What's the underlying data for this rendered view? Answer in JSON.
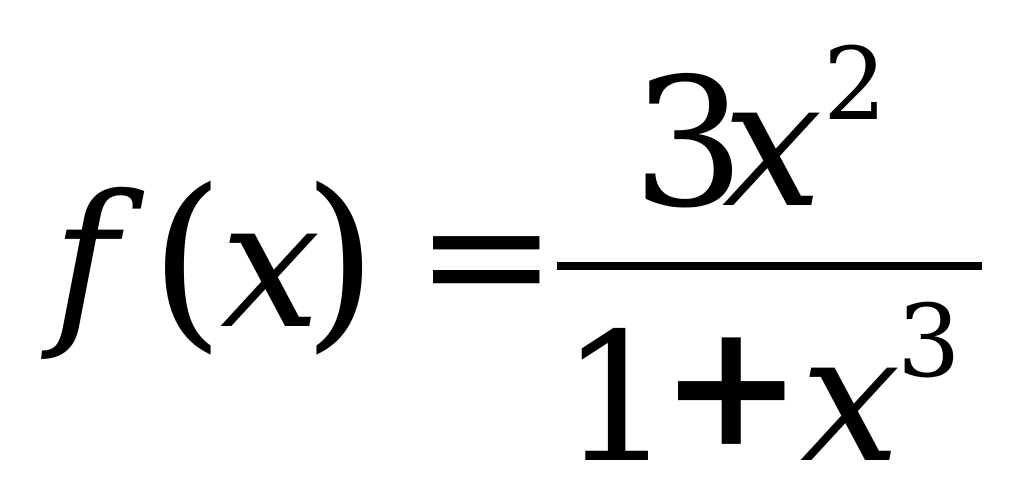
{
  "formula": {
    "lhs": {
      "function": "f",
      "open_paren": "(",
      "argument": "x",
      "close_paren": ")"
    },
    "equals": "=",
    "numerator": {
      "coefficient": "3",
      "variable": "x",
      "exponent": "2"
    },
    "denominator": {
      "constant": "1",
      "operator": "+",
      "variable": "x",
      "exponent": "3"
    }
  }
}
